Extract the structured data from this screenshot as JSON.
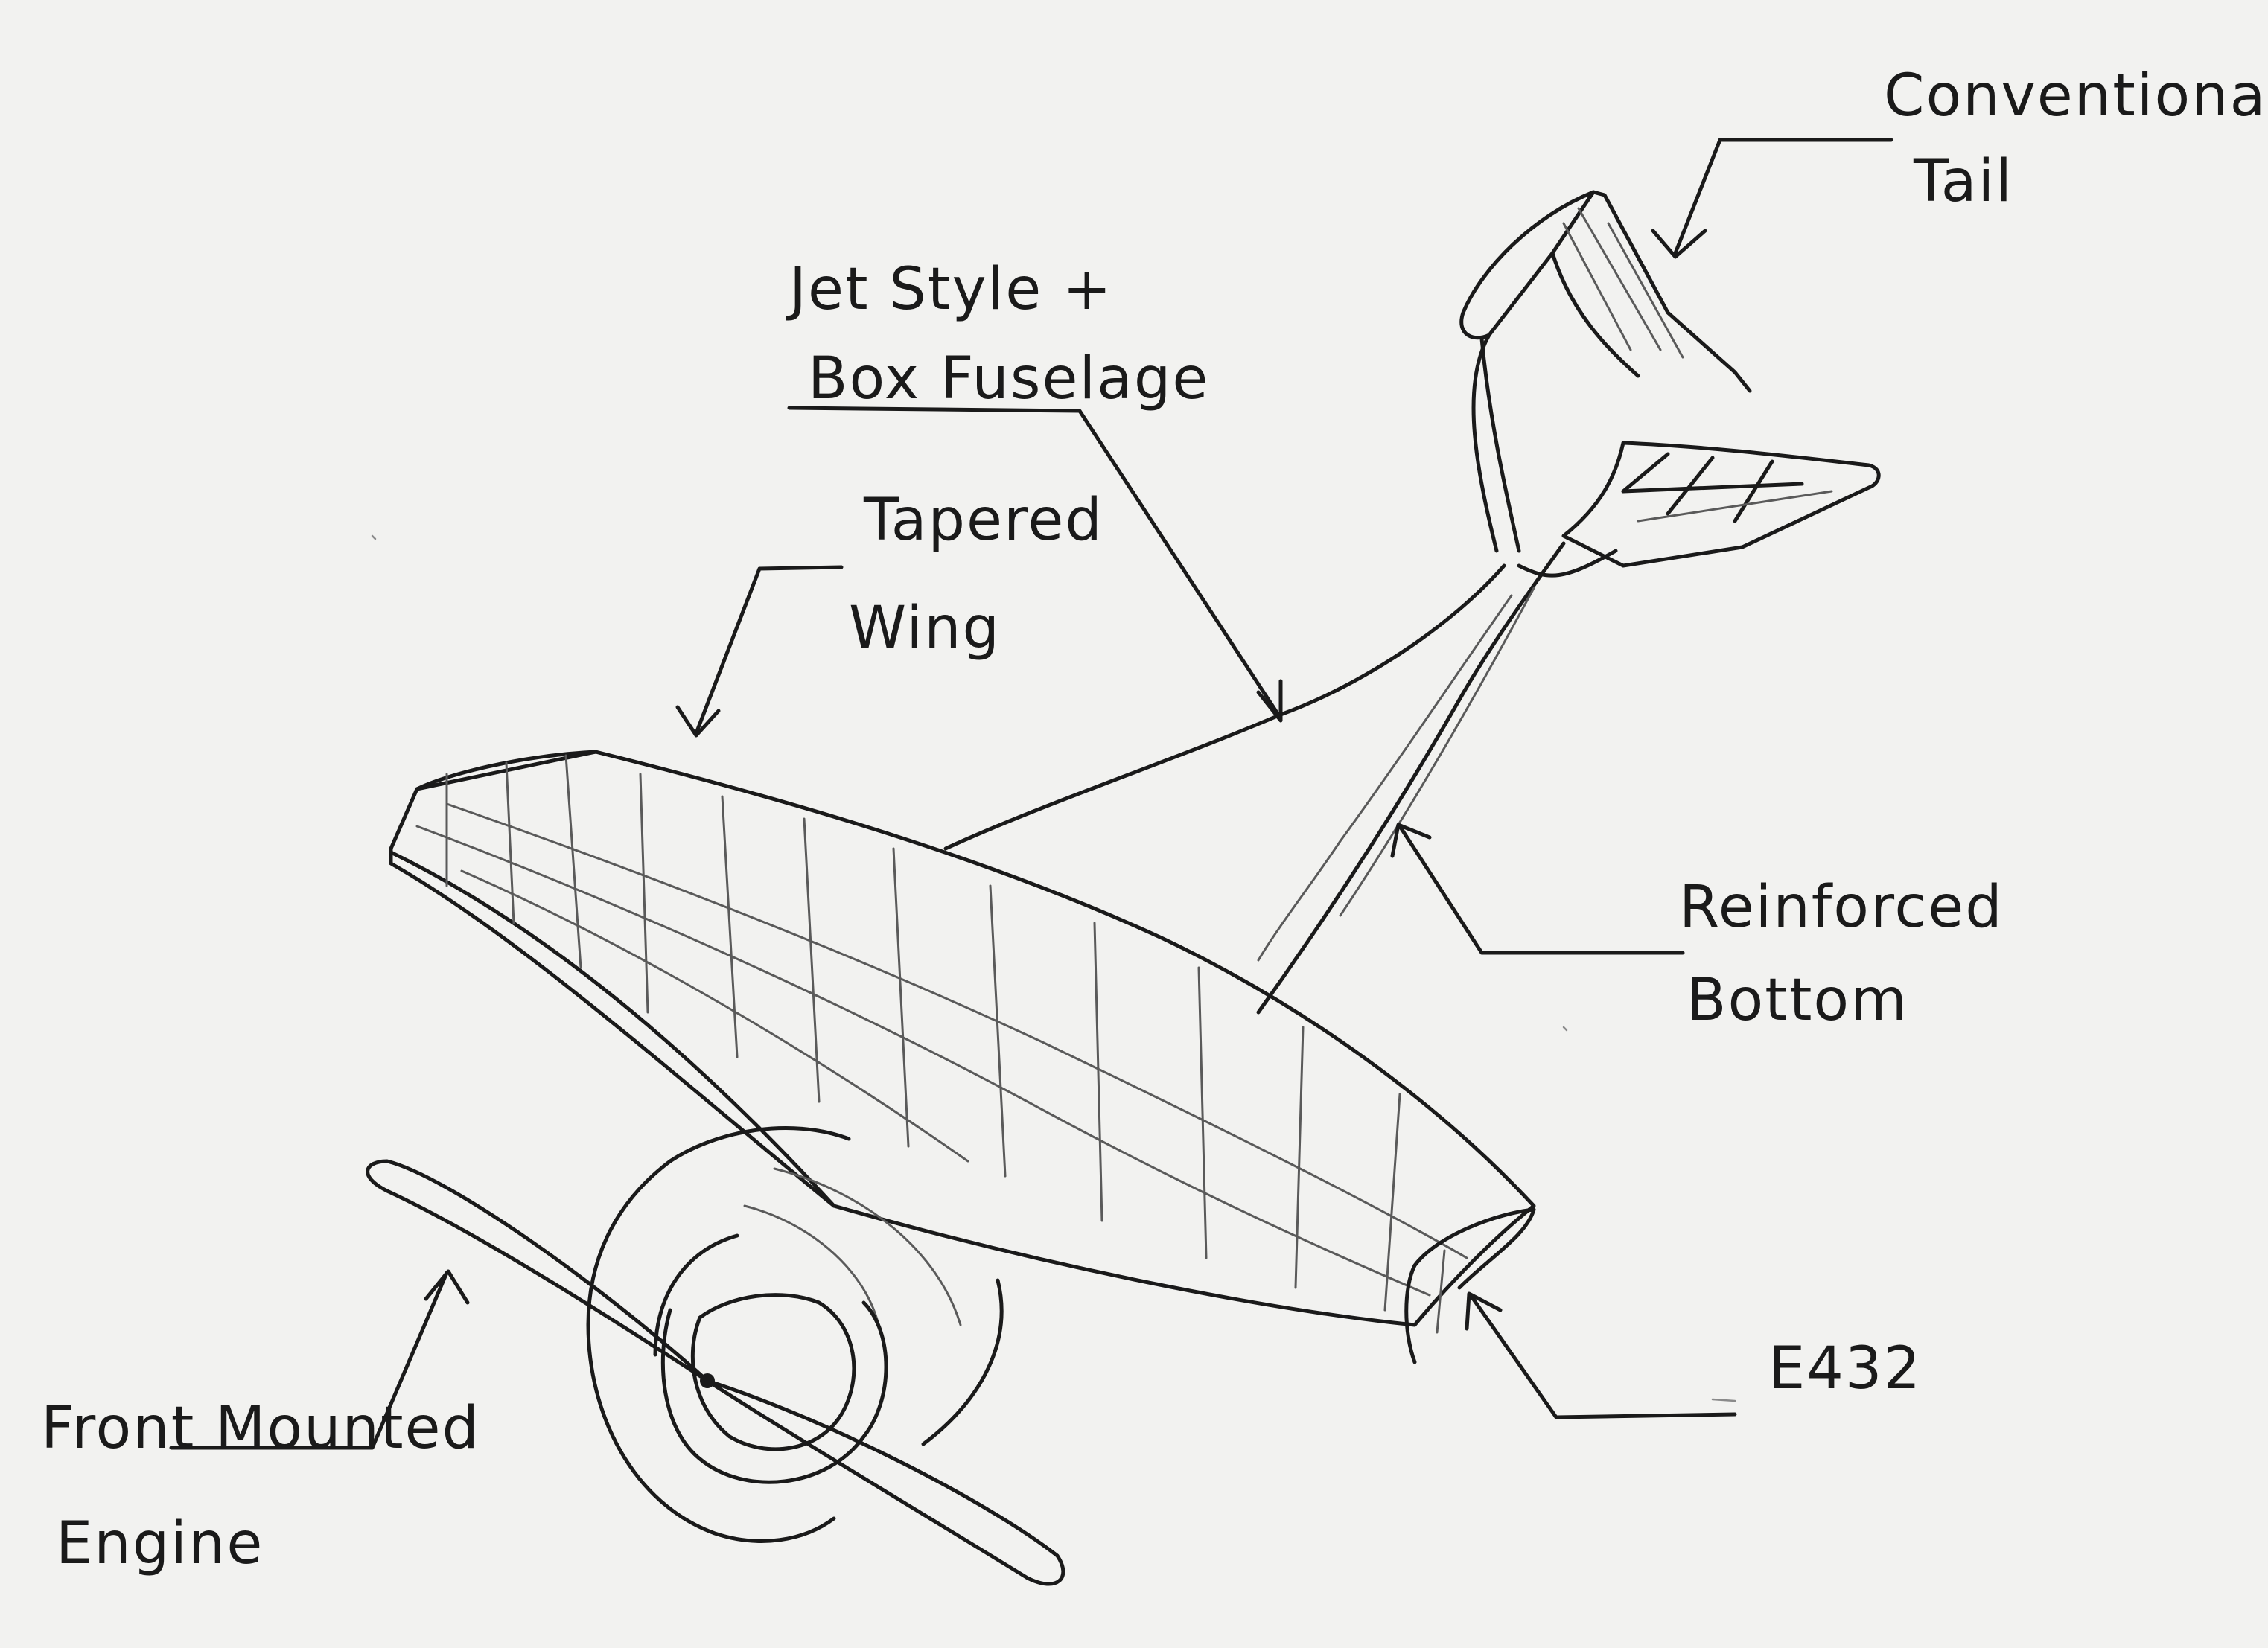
{
  "labels": {
    "tail_line1": "Conventional",
    "tail_line2": "Tail",
    "fuselage_line1": "Jet Style +",
    "fuselage_line2": "Box Fuselage",
    "wing_line1": "Tapered",
    "wing_line2": "Wing",
    "bottom_line1": "Reinforced",
    "bottom_line2": "Bottom",
    "airfoil": "E432",
    "engine_line1": "Front Mounted",
    "engine_line2": "Engine"
  },
  "colors": {
    "paper": "#f2f2f0",
    "ink": "#1a1a1a",
    "pencil": "#5a5a5a"
  }
}
